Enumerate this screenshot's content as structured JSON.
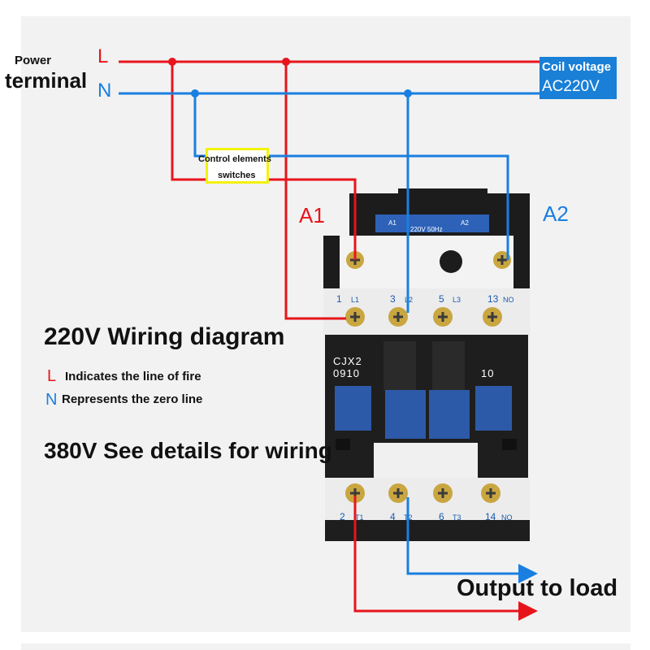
{
  "power": {
    "label": "Power",
    "terminal": "terminal",
    "L": "L",
    "N": "N"
  },
  "coil": {
    "line1": "Coil voltage",
    "line2": "AC220V"
  },
  "control": {
    "line1": "Control elements",
    "line2": "switches"
  },
  "coil_terminals": {
    "A1": "A1",
    "A2": "A2"
  },
  "contactor": {
    "model": "CJX2",
    "code": "0910",
    "aux_code": "10",
    "coil_face_left": "A1",
    "coil_face_mid": "220V 50Hz",
    "coil_face_right": "A2",
    "top_terminals": [
      "1",
      "L1",
      "3",
      "L2",
      "5",
      "L3",
      "13",
      "NO"
    ],
    "bottom_terminals": [
      "2",
      "T1",
      "4",
      "T2",
      "6",
      "T3",
      "14",
      "NO"
    ]
  },
  "labels": {
    "wiring_title": "220V Wiring diagram",
    "legend_L": "L",
    "legend_L_text": "Indicates the line of fire",
    "legend_N": "N",
    "legend_N_text": "Represents the zero line",
    "details": "380V See details for wiring",
    "output": "Output to load"
  },
  "colors": {
    "live": "#e8141c",
    "neutral": "#1a7fe0",
    "coil_bg": "#1a7fd6",
    "switch_border": "#f2f20a",
    "body": "#1a1a1a"
  },
  "icons": {
    "junction": "junction-dot-icon",
    "arrow": "arrow-right-icon",
    "screw": "screw-terminal-icon"
  }
}
